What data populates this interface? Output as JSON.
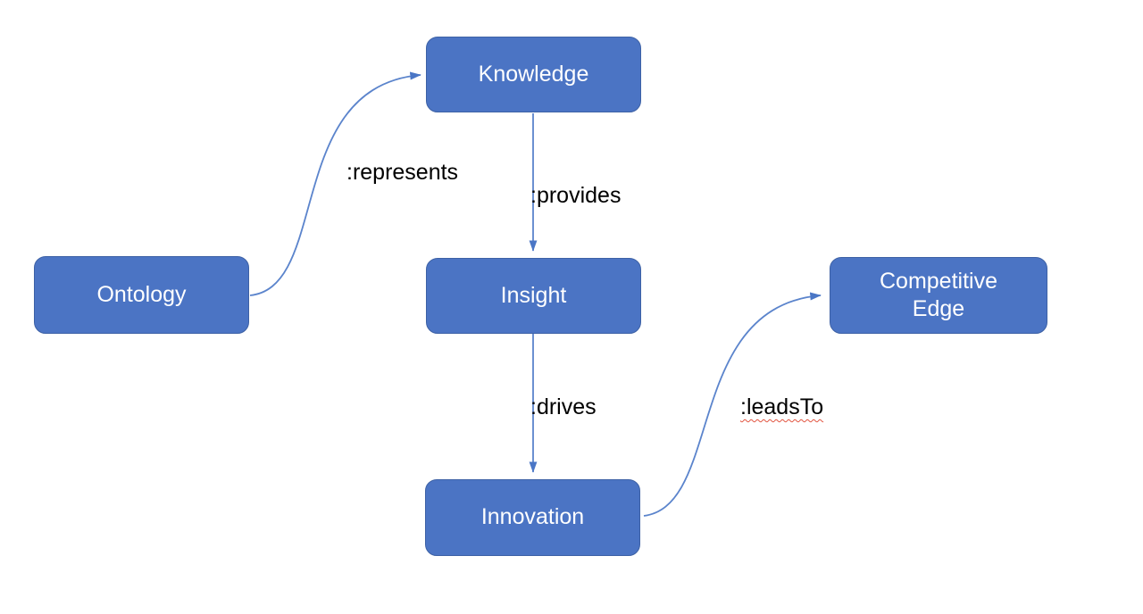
{
  "diagram": {
    "nodes": [
      {
        "id": "ontology",
        "label": "Ontology"
      },
      {
        "id": "knowledge",
        "label": "Knowledge"
      },
      {
        "id": "insight",
        "label": "Insight"
      },
      {
        "id": "innovation",
        "label": "Innovation"
      },
      {
        "id": "competitive-edge",
        "label": "Competitive Edge"
      }
    ],
    "edges": [
      {
        "from": "Ontology",
        "to": "Knowledge",
        "label": ":represents",
        "style": "curved"
      },
      {
        "from": "Knowledge",
        "to": "Insight",
        "label": ":provides",
        "style": "straight-down"
      },
      {
        "from": "Insight",
        "to": "Innovation",
        "label": ":drives",
        "style": "straight-down"
      },
      {
        "from": "Innovation",
        "to": "Competitive Edge",
        "label": ":leadsTo",
        "style": "curved",
        "spellcheck_squiggle": true
      }
    ],
    "colors": {
      "node_fill": "#4b74c4",
      "node_border": "#3d61a5",
      "node_text": "#ffffff",
      "connector": "#5b84cc",
      "arrowhead": "#4a76c6",
      "edge_label_text": "#000000",
      "squiggle_red": "#e2533f",
      "background": "#ffffff"
    }
  }
}
